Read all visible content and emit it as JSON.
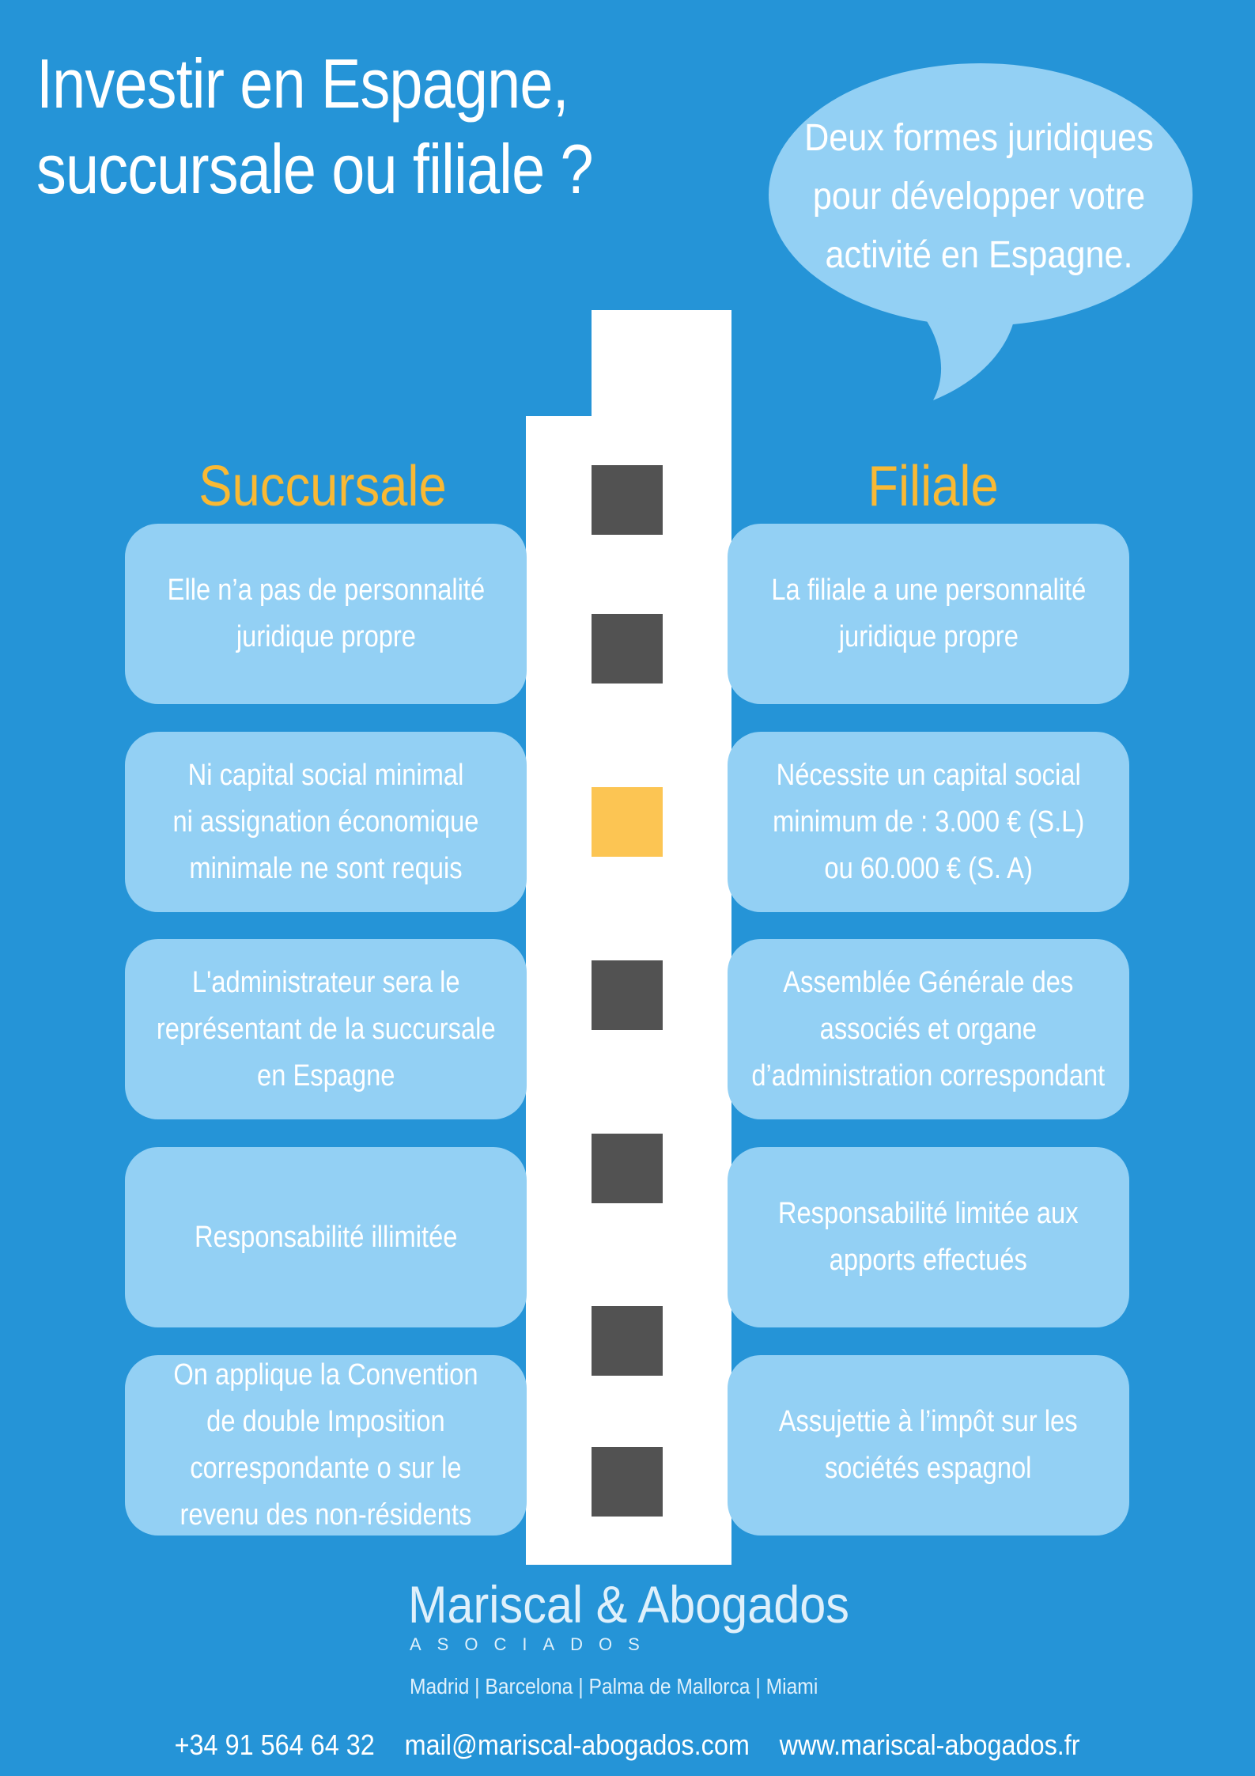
{
  "header": {
    "title_lines": [
      "Investir en Espagne,",
      "succursale ou filiale ?"
    ],
    "bubble_lines": [
      "Deux formes juridiques",
      "pour développer votre",
      "activité en Espagne."
    ]
  },
  "columns": {
    "left_heading": "Succursale",
    "right_heading": "Filiale"
  },
  "rows": [
    {
      "left": [
        "Elle n’a pas de personnalité",
        "juridique propre"
      ],
      "right": [
        "La filiale a une personnalité",
        "juridique propre"
      ]
    },
    {
      "left": [
        "Ni capital social minimal",
        "ni assignation économique",
        "minimale ne sont requis"
      ],
      "right": [
        "Nécessite un capital social",
        "minimum de : 3.000 € (S.L)",
        "ou 60.000 € (S. A)"
      ]
    },
    {
      "left": [
        "L'administrateur sera le",
        "représentant de la succursale",
        "en Espagne"
      ],
      "right": [
        "Assemblée Générale des",
        "associés et organe",
        "d’administration correspondant"
      ]
    },
    {
      "left": [
        "Responsabilité illimitée"
      ],
      "right": [
        "Responsabilité limitée aux",
        "apports effectués"
      ]
    },
    {
      "left": [
        "On applique la Convention",
        "de double Imposition",
        "correspondante o sur le",
        "revenu des non-résidents"
      ],
      "right": [
        "Assujettie à l’impôt sur les",
        "sociétés espagnol"
      ]
    }
  ],
  "logo": {
    "name": "Mariscal & Abogados",
    "subtitle": "ASOCIADOS",
    "cities": "Madrid | Barcelona | Palma de Mallorca | Miami"
  },
  "footer": {
    "phone": "+34 91 564 64 32",
    "email": "mail@mariscal-abogados.com",
    "website": "www.mariscal-abogados.fr"
  },
  "colors": {
    "background": "#2594d7",
    "box": "#93d0f4",
    "bubble": "#93d0f4",
    "heading": "#f9b934",
    "square_dark": "#525252",
    "square_accent": "#fcc553",
    "tower": "#ffffff"
  }
}
